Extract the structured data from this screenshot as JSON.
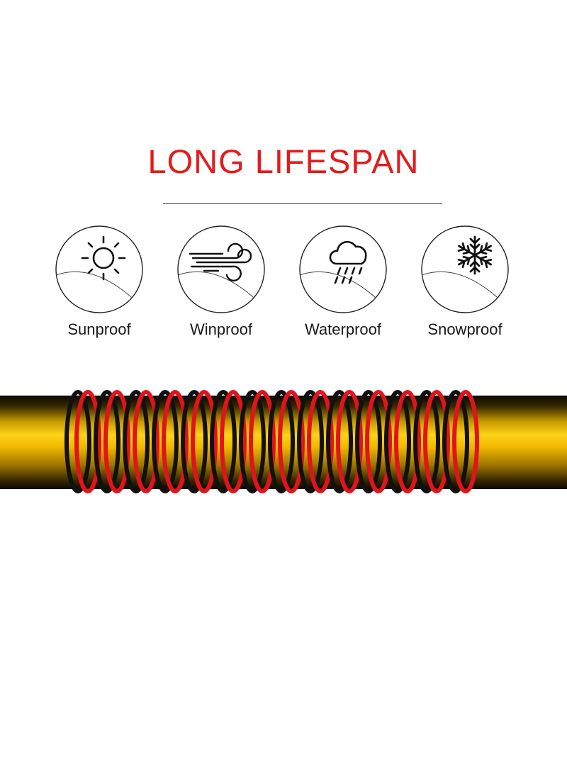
{
  "banner": {
    "title": "LONG LIFESPAN",
    "title_color": "#e41b1b"
  },
  "features": [
    {
      "label": "Sunproof",
      "icon": "sun-icon"
    },
    {
      "label": "Winproof",
      "icon": "wind-icon"
    },
    {
      "label": "Waterproof",
      "icon": "rain-cloud-icon"
    },
    {
      "label": "Snowproof",
      "icon": "snowflake-icon"
    }
  ],
  "product_image": {
    "subject": "red-black-wire-coil-on-gold-rod",
    "colors": {
      "rod": "#d4a300",
      "wire_red": "#e0141c",
      "wire_black": "#111111"
    }
  }
}
